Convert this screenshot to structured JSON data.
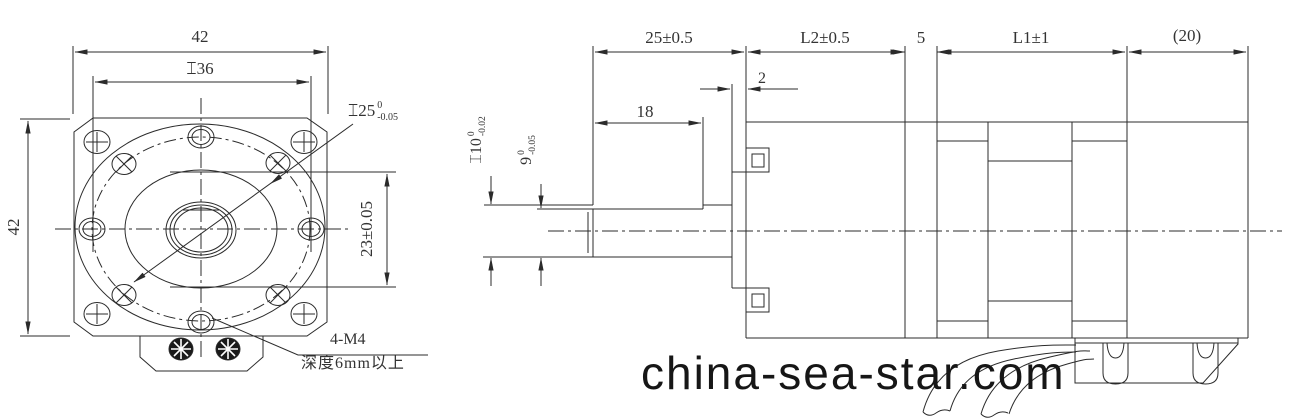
{
  "meta": {
    "bg_color": "#ffffff",
    "line_color": "#2b2b2b",
    "text_color": "#333333",
    "watermark_color": "#161616"
  },
  "front_view": {
    "dim_width_top": "42",
    "dim_bolt_circle": "⌶36",
    "dim_height_left": "42",
    "dim_flats": "23±0.05",
    "dim_pilot": {
      "value": "⌶25",
      "tol_upper": "0",
      "tol_lower": "-0.05"
    },
    "thread_callout": {
      "line1": "4-M4",
      "line2": "深度6mm以上"
    }
  },
  "side_view": {
    "dim_shaft_length": "25±0.5",
    "dim_gearbox_length": "L2±0.5",
    "dim_spacer": "5",
    "dim_motor_length": "L1±1",
    "dim_rear": "(20)",
    "dim_boss": "2",
    "dim_flat_length": "18",
    "dim_shaft_dia": {
      "value": "⌶10",
      "tol_upper": "0",
      "tol_lower": "-0.02"
    },
    "dim_shaft_flat": {
      "value": "9",
      "tol_upper": "0",
      "tol_lower": "-0.05"
    }
  },
  "watermark": "china-sea-star.com"
}
